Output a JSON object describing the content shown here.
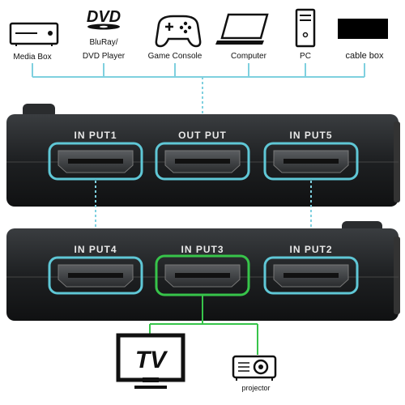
{
  "devices": [
    {
      "label": "Media Box",
      "icon": "media-box-icon"
    },
    {
      "label": "BluRay/",
      "label2": "DVD Player",
      "logo": "DVD",
      "icon": "dvd-logo-icon"
    },
    {
      "label": "Game Console",
      "icon": "game-controller-icon"
    },
    {
      "label": "Computer",
      "icon": "laptop-icon"
    },
    {
      "label": "PC",
      "icon": "pc-tower-icon"
    },
    {
      "label": "cable box",
      "icon": "cable-box-icon"
    }
  ],
  "top_unit": {
    "ports": [
      "IN PUT1",
      "OUT PUT",
      "IN PUT5"
    ]
  },
  "bottom_unit": {
    "ports": [
      "IN PUT4",
      "IN PUT3",
      "IN PUT2"
    ]
  },
  "outputs": [
    {
      "label": "TV",
      "icon": "tv-icon"
    },
    {
      "label": "projector",
      "icon": "projector-icon"
    }
  ],
  "colors": {
    "connector_line": "#7fd0df",
    "active_port": "#37c44a",
    "port_glow": "#5fc7d6",
    "housing": "#202224"
  }
}
